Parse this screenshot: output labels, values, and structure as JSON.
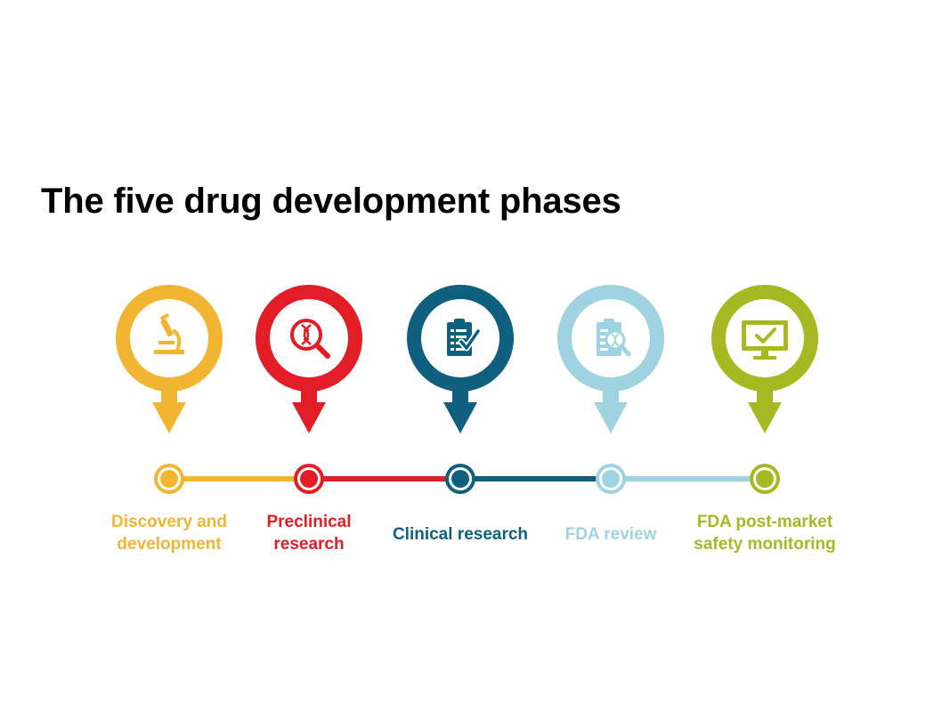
{
  "title": "The five drug development phases",
  "colors": {
    "background": "#ffffff",
    "title": "#000000"
  },
  "phases": [
    {
      "id": "discovery",
      "label_lines": [
        "Discovery and",
        "development"
      ],
      "color": "#f1b531",
      "icon": "microscope-icon"
    },
    {
      "id": "preclinical",
      "label_lines": [
        "Preclinical",
        "research"
      ],
      "color": "#e21d25",
      "icon": "dna-magnifier-icon"
    },
    {
      "id": "clinical",
      "label_lines": [
        "Clinical research"
      ],
      "color": "#0f5f7f",
      "icon": "clipboard-check-icon"
    },
    {
      "id": "fda-review",
      "label_lines": [
        "FDA review"
      ],
      "color": "#9fd3e2",
      "icon": "clipboard-search-icon"
    },
    {
      "id": "post-market",
      "label_lines": [
        "FDA post-market",
        "safety monitoring"
      ],
      "color": "#a6b923",
      "icon": "monitor-check-icon"
    }
  ]
}
